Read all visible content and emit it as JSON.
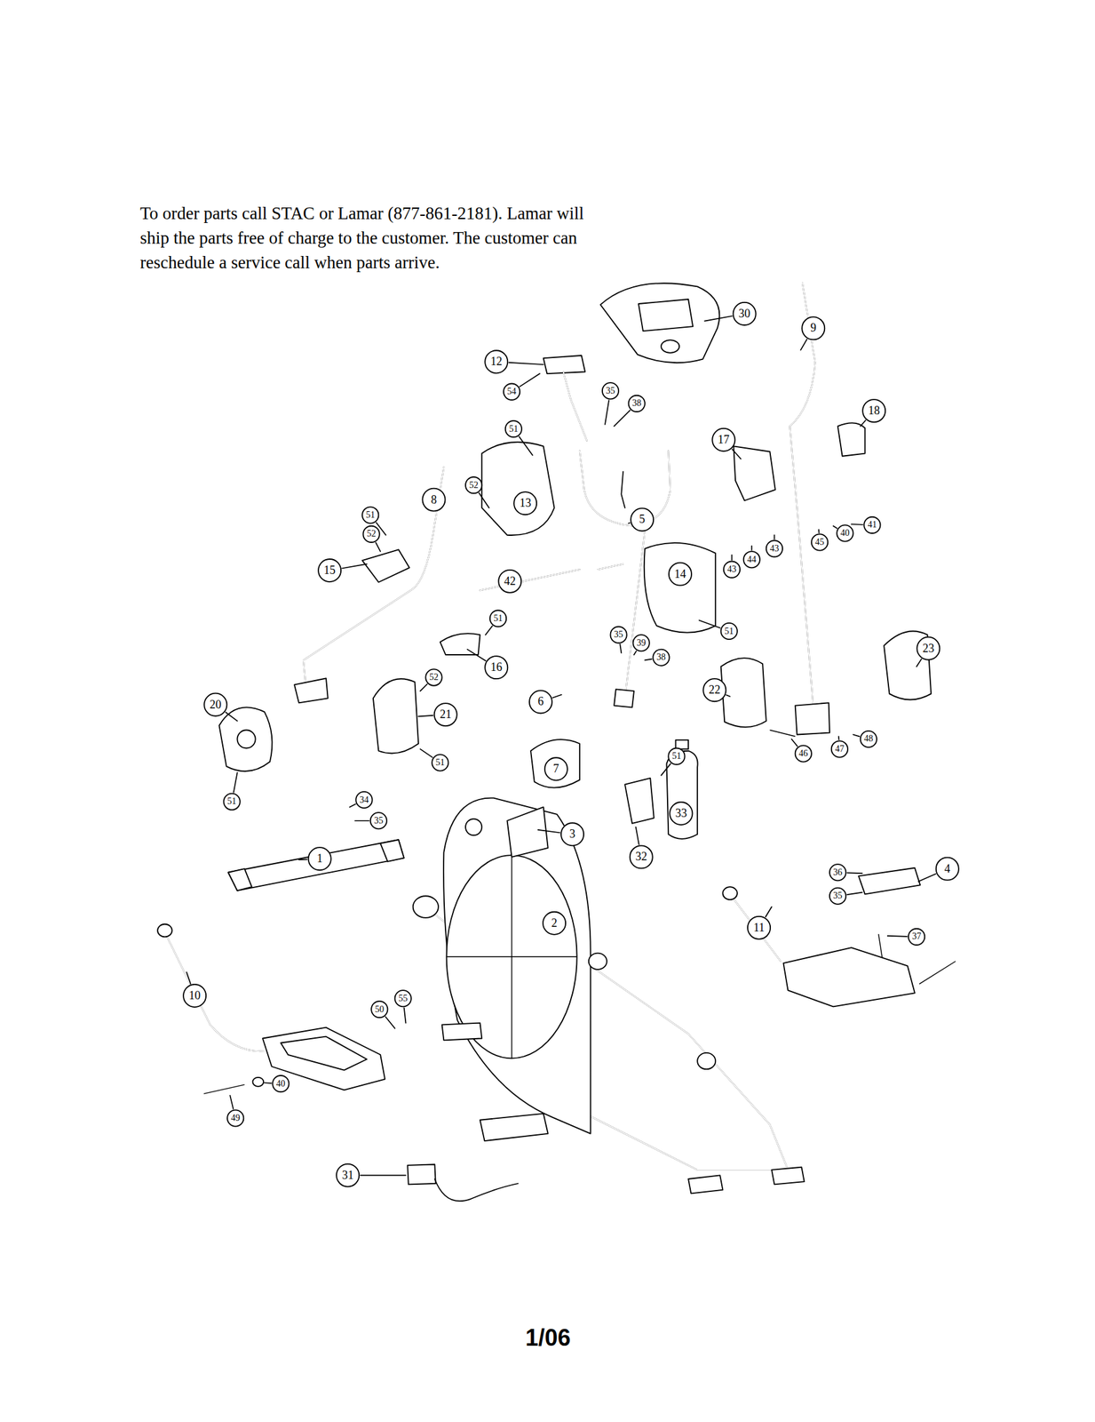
{
  "diagram": {
    "caption": "1/06",
    "labels": [
      "To order parts call STAC or Lamar (877-861-2181). Lamar will ship the parts free of charge to the customer. The customer can reschedule a service call when parts arrive.",
      "30",
      "9",
      "12",
      "54",
      "35",
      "38",
      "51",
      "17",
      "18",
      "52",
      "13",
      "8",
      "5",
      "51",
      "52",
      "15",
      "41",
      "40",
      "45",
      "43",
      "44",
      "43",
      "14",
      "42",
      "51",
      "51",
      "35",
      "39",
      "38",
      "16",
      "23",
      "52",
      "6",
      "22",
      "21",
      "20",
      "51",
      "46",
      "47",
      "48",
      "51",
      "7",
      "33",
      "32",
      "51",
      "34",
      "35",
      "1",
      "3",
      "36",
      "35",
      "4",
      "37",
      "11",
      "2",
      "10",
      "50",
      "55",
      "40",
      "49",
      "31"
    ]
  }
}
